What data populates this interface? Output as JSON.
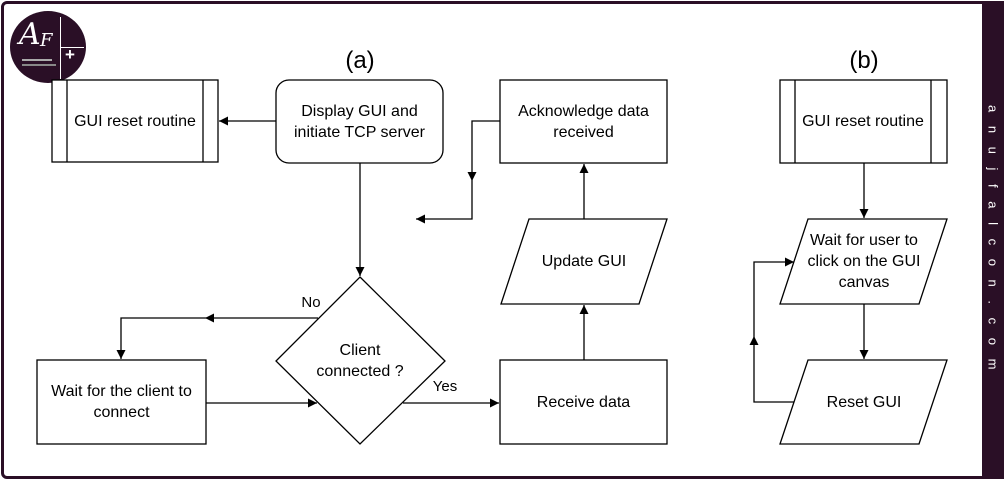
{
  "watermark": {
    "side_text": "a n u j f a l c o n . c o m",
    "logo_letters": [
      "A",
      "F"
    ],
    "logo_plus": "+"
  },
  "captions": {
    "a": "(a)",
    "b": "(b)"
  },
  "diagram_a": {
    "gui_reset": "GUI reset routine",
    "display_gui": "Display GUI and initiate TCP server",
    "acknowledge": "Acknowledge data received",
    "update_gui": "Update GUI",
    "client_connected": "Client connected ?",
    "wait_client": "Wait for the client to connect",
    "receive_data": "Receive data",
    "edge_no": "No",
    "edge_yes": "Yes"
  },
  "diagram_b": {
    "gui_reset": "GUI reset routine",
    "wait_user": "Wait for user to click on the GUI canvas",
    "reset_gui": "Reset GUI"
  },
  "colors": {
    "frame": "#2a0f26",
    "stroke": "#000000",
    "fill": "#ffffff"
  }
}
